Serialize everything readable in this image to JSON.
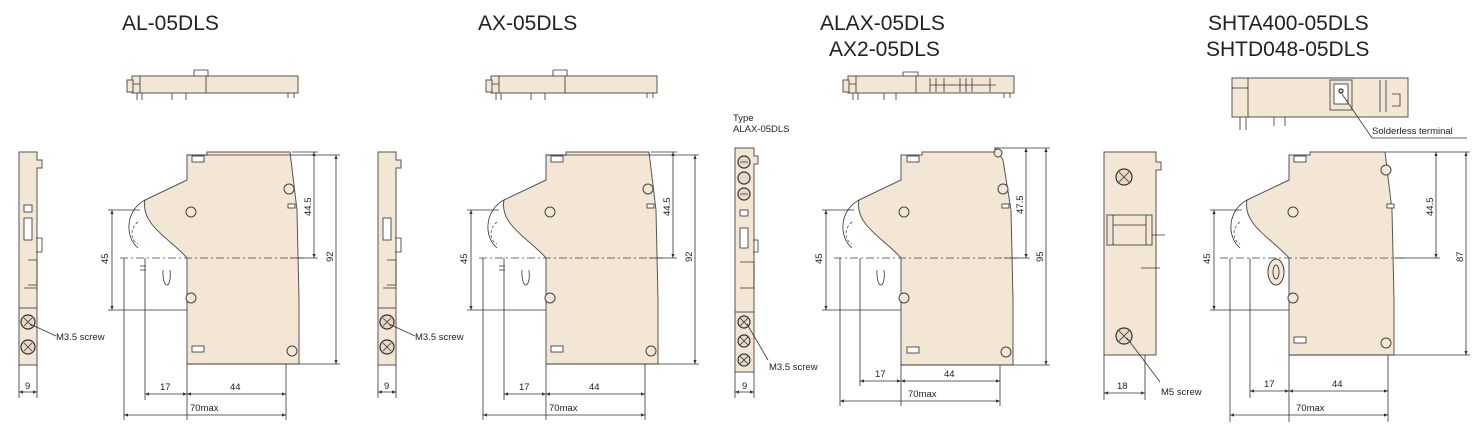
{
  "models": [
    {
      "title_lines": [
        "AL-05DLS"
      ],
      "dims": {
        "width": "70max",
        "left": "17",
        "mid": "44",
        "height": "92",
        "upper": "44.5",
        "offset": "45",
        "side": "9"
      },
      "screw_label": "M3.5 screw"
    },
    {
      "title_lines": [
        "AX-05DLS"
      ],
      "dims": {
        "width": "70max",
        "left": "17",
        "mid": "44",
        "height": "92",
        "upper": "44.5",
        "offset": "45",
        "side": "9"
      },
      "screw_label": "M3.5 screw"
    },
    {
      "title_lines": [
        "ALAX-05DLS",
        "AX2-05DLS"
      ],
      "dims": {
        "width": "70max",
        "left": "17",
        "mid": "44",
        "height": "95",
        "upper": "47.5",
        "offset": "45",
        "side": "9"
      },
      "screw_label": "M3.5 screw",
      "type_label": [
        "Type",
        "ALAX-05DLS"
      ]
    },
    {
      "title_lines": [
        "SHTA400-05DLS",
        "SHTD048-05DLS"
      ],
      "dims": {
        "width": "70max",
        "left": "17",
        "mid": "44",
        "height": "87",
        "upper": "44.5",
        "offset": "45",
        "side": "18"
      },
      "screw_label": "M5 screw",
      "terminal_label": "Solderless terminal"
    }
  ]
}
